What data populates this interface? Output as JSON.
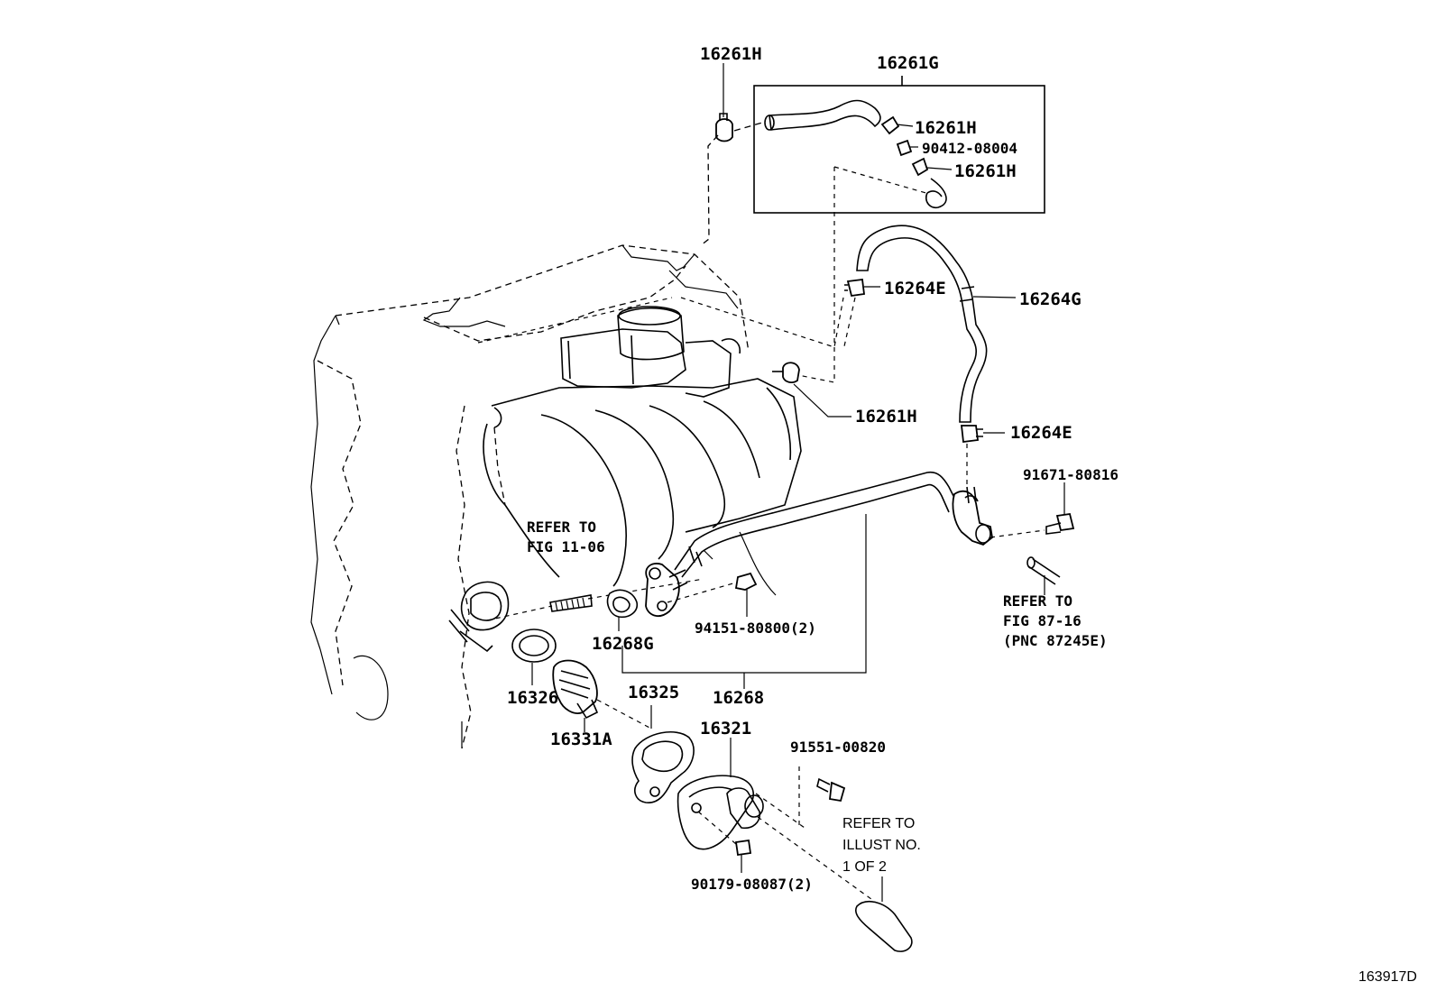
{
  "diagram_id": "163917D",
  "labels": {
    "p16261H_top": "16261H",
    "p16261G": "16261G",
    "p16261H_a": "16261H",
    "p90412": "90412-08004",
    "p16261H_b": "16261H",
    "p16264E_top": "16264E",
    "p16264G": "16264G",
    "p16261H_mid": "16261H",
    "p16264E_bot": "16264E",
    "p91671": "91671-80816",
    "p94151": "94151-80800(2)",
    "p16268G": "16268G",
    "p16326": "16326",
    "p16268": "16268",
    "p16325": "16325",
    "p16331A": "16331A",
    "p16321": "16321",
    "p91551": "91551-00820",
    "p90179": "90179-08087(2)"
  },
  "references": {
    "fig_11_06": [
      "REFER TO",
      "FIG 11-06"
    ],
    "fig_87_16": [
      "REFER TO",
      "FIG 87-16",
      "(PNC 87245E)"
    ],
    "illust_1_of_2": [
      "REFER TO",
      "ILLUST NO.",
      "1 OF 2"
    ]
  }
}
